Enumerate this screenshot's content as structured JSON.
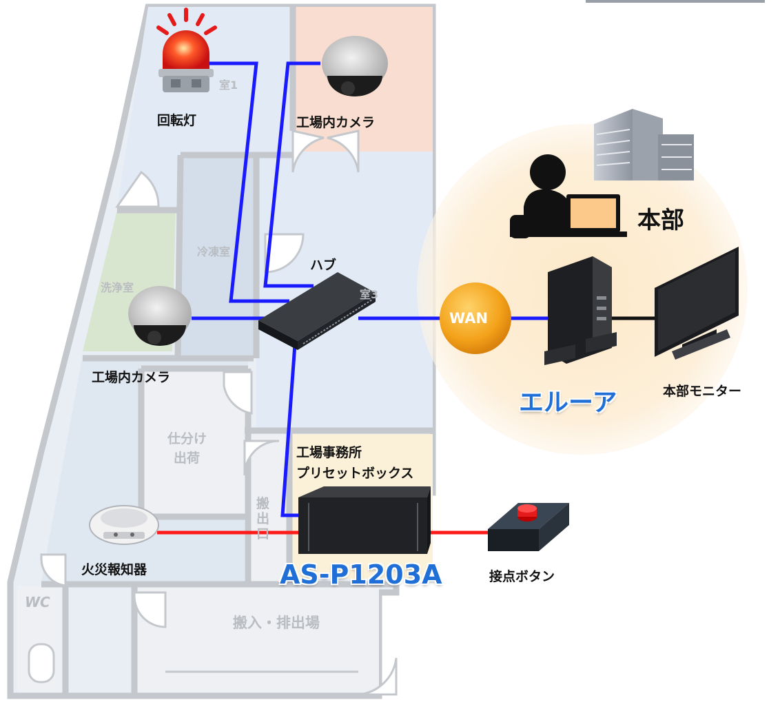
{
  "colors": {
    "network_line": "#1a1aff",
    "contact_line": "#ff1a1a",
    "product_text": "#1f6fd6",
    "wan_orange": "#f3a21a",
    "hq_glow": "#fde9c8"
  },
  "rooms": {
    "room1": "室1",
    "freezer": "冷凍室",
    "room3": "室3",
    "wash": "洗浄室",
    "sorting": "仕分け",
    "shipping": "出荷",
    "carry_out": "搬出口",
    "wc": "WC",
    "dock": "搬入・排出場"
  },
  "devices": {
    "rotating_light": "回転灯",
    "camera_top": "工場内カメラ",
    "camera_left": "工場内カメラ",
    "hub": "ハブ",
    "wan": "WAN",
    "headquarters": "本部",
    "router": "エルーア",
    "hq_monitor": "本部モニター",
    "office_line1": "工場事務所",
    "office_line2": "プリセットボックス",
    "product": "AS-P1203A",
    "fire_alarm": "火災報知器",
    "contact_button": "接点ボタン"
  },
  "icons": [
    "rotating-light-icon",
    "dome-camera-icon",
    "network-hub-icon",
    "wan-globe-icon",
    "building-icon",
    "operator-icon",
    "laptop-icon",
    "router-tower-icon",
    "monitor-icon",
    "preset-box-icon",
    "smoke-detector-icon",
    "push-button-icon"
  ]
}
